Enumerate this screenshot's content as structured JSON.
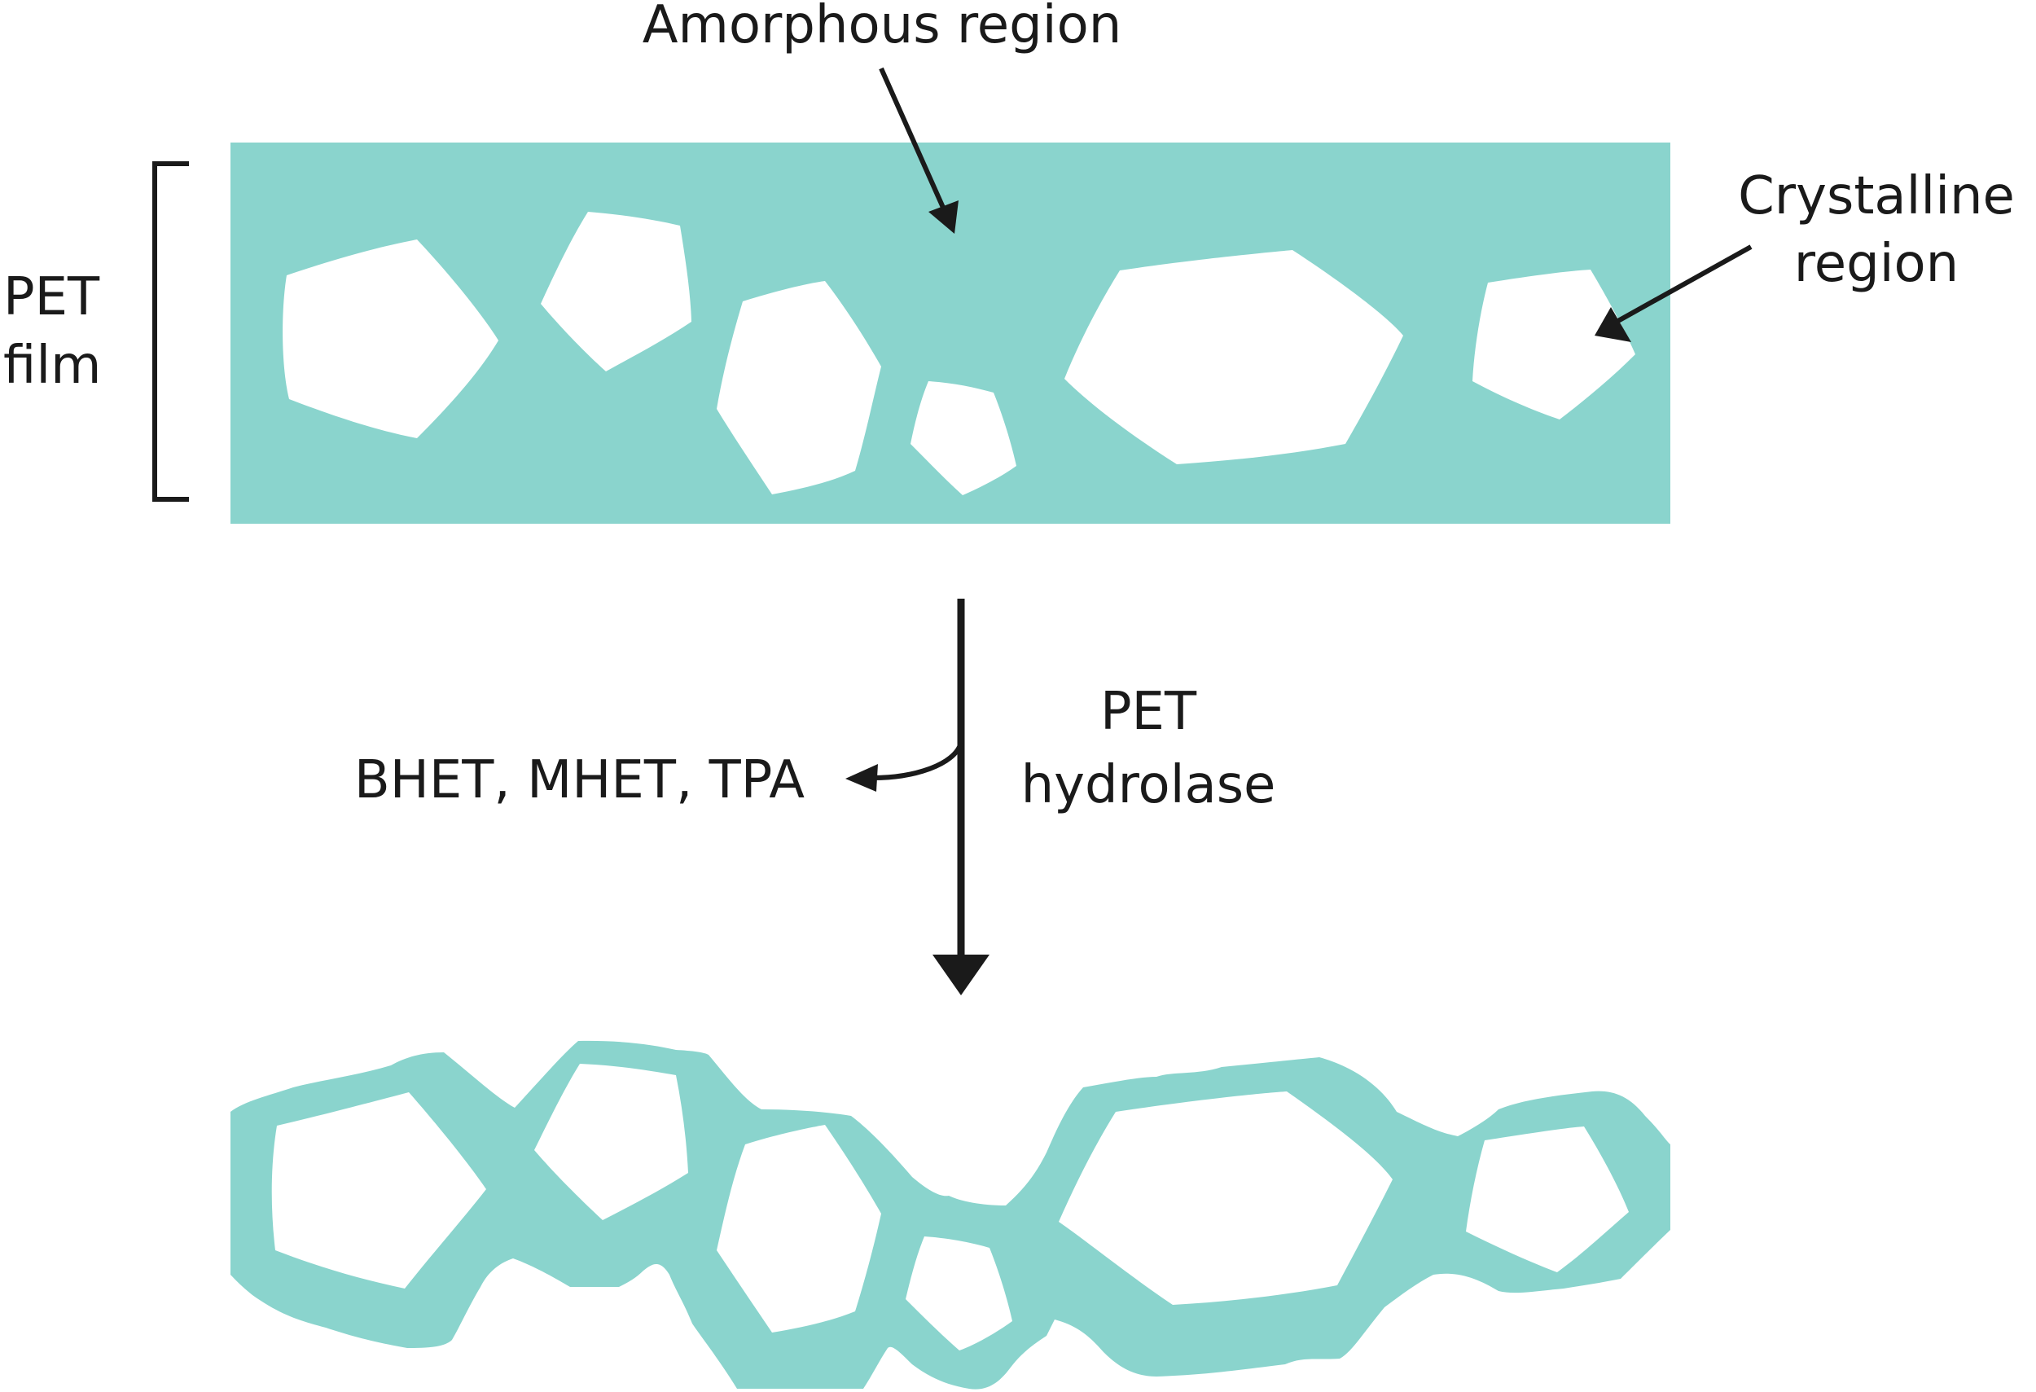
{
  "labels": {
    "amorphous": "Amorphous region",
    "crystalline_line1": "Crystalline",
    "crystalline_line2": "region",
    "pet_film_line1": "PET",
    "pet_film_line2": "film",
    "enzyme_line1": "PET",
    "enzyme_line2": "hydrolase",
    "products": "BHET, MHET, TPA"
  },
  "colors": {
    "polymer": "#8AD4CD",
    "crystal": "#FFFFFF",
    "ink": "#1A1A1A"
  }
}
